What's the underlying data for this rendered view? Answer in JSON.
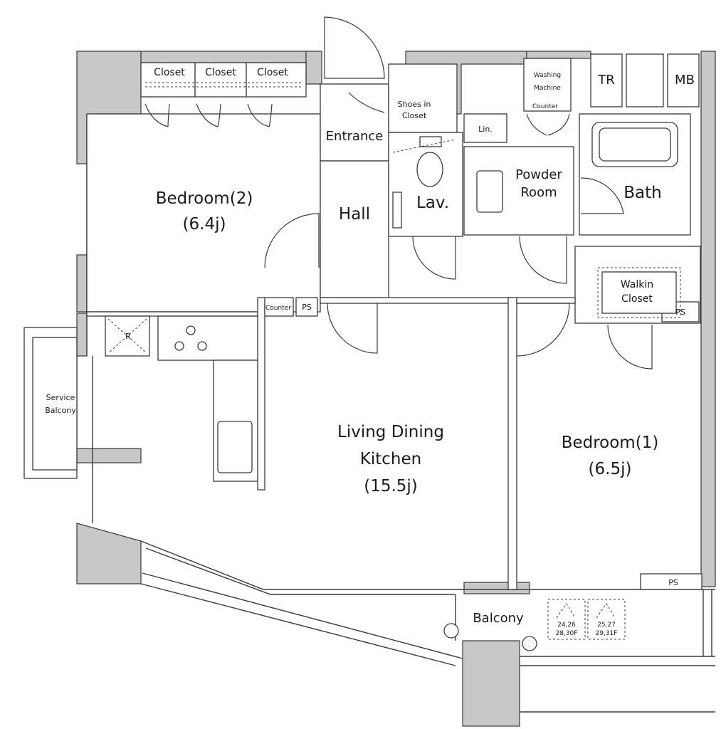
{
  "rooms": {
    "bedroom2": {
      "name": "Bedroom(2)",
      "size": "(6.4j)"
    },
    "bedroom1": {
      "name": "Bedroom(1)",
      "size": "(6.5j)"
    },
    "ldk": {
      "line1": "Living Dining",
      "line2": "Kitchen",
      "size": "(15.5j)"
    },
    "entrance": "Entrance",
    "hall": "Hall",
    "lav": "Lav.",
    "powder": {
      "line1": "Powder",
      "line2": "Room"
    },
    "bath": "Bath",
    "balcony": "Balcony",
    "service_balcony": {
      "line1": "Service",
      "line2": "Balcony"
    },
    "walkin": {
      "line1": "Walkin",
      "line2": "Closet"
    }
  },
  "labels": {
    "closet1": "Closet",
    "closet2": "Closet",
    "closet3": "Closet",
    "shoes": {
      "line1": "Shoes in",
      "line2": "Closet"
    },
    "washing": {
      "line1": "Washing",
      "line2": "Machine"
    },
    "counter_top": "Counter",
    "counter_hall": "Counter",
    "lin": "Lin.",
    "tr": "TR",
    "mb": "MB",
    "ps_hall": "PS",
    "ps_walkin": "PS",
    "ps_balcony": "PS",
    "r": "R",
    "floors_a": {
      "line1": "24,26",
      "line2": "28,30F"
    },
    "floors_b": {
      "line1": "25,27",
      "line2": "29,31F"
    }
  }
}
